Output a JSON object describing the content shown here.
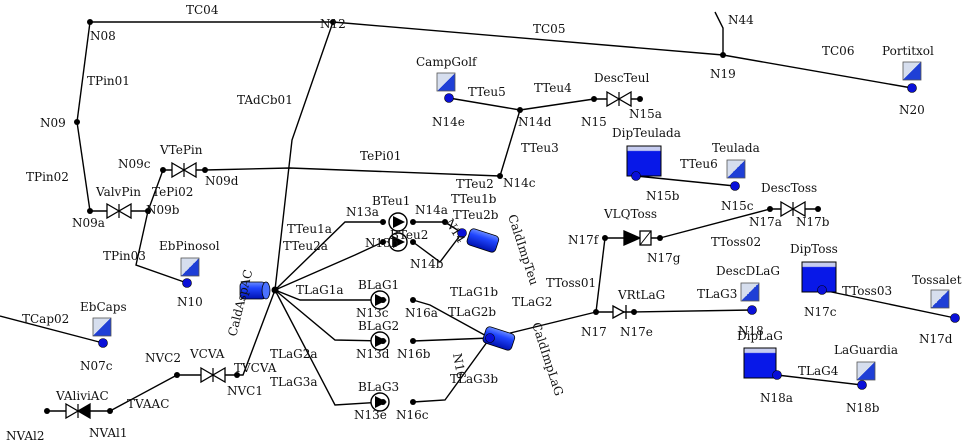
{
  "nodes": [
    {
      "id": "N08",
      "label": "N08"
    },
    {
      "id": "N09",
      "label": "N09"
    },
    {
      "id": "N09a",
      "label": "N09a"
    },
    {
      "id": "N09b",
      "label": "N09b"
    },
    {
      "id": "N09c",
      "label": "N09c"
    },
    {
      "id": "N09d",
      "label": "N09d"
    },
    {
      "id": "N10",
      "label": "N10"
    },
    {
      "id": "N12",
      "label": "N12"
    },
    {
      "id": "N13a",
      "label": "N13a"
    },
    {
      "id": "N13b",
      "label": "N13b"
    },
    {
      "id": "N13c",
      "label": "N13c"
    },
    {
      "id": "N13d",
      "label": "N13d"
    },
    {
      "id": "N13e",
      "label": "N13e"
    },
    {
      "id": "N14",
      "label": "N14"
    },
    {
      "id": "N14a",
      "label": "N14a"
    },
    {
      "id": "N14b",
      "label": "N14b"
    },
    {
      "id": "N14c",
      "label": "N14c"
    },
    {
      "id": "N14d",
      "label": "N14d"
    },
    {
      "id": "N14e",
      "label": "N14e"
    },
    {
      "id": "N15",
      "label": "N15"
    },
    {
      "id": "N15a",
      "label": "N15a"
    },
    {
      "id": "N15b",
      "label": "N15b"
    },
    {
      "id": "N15c",
      "label": "N15c"
    },
    {
      "id": "N16",
      "label": "N16"
    },
    {
      "id": "N16a",
      "label": "N16a"
    },
    {
      "id": "N16b",
      "label": "N16b"
    },
    {
      "id": "N16c",
      "label": "N16c"
    },
    {
      "id": "N17",
      "label": "N17"
    },
    {
      "id": "N17a",
      "label": "N17a"
    },
    {
      "id": "N17b",
      "label": "N17b"
    },
    {
      "id": "N17c",
      "label": "N17c"
    },
    {
      "id": "N17d",
      "label": "N17d"
    },
    {
      "id": "N17e",
      "label": "N17e"
    },
    {
      "id": "N17f",
      "label": "N17f"
    },
    {
      "id": "N17g",
      "label": "N17g"
    },
    {
      "id": "N18",
      "label": "N18"
    },
    {
      "id": "N18a",
      "label": "N18a"
    },
    {
      "id": "N18b",
      "label": "N18b"
    },
    {
      "id": "N19",
      "label": "N19"
    },
    {
      "id": "N20",
      "label": "N20"
    },
    {
      "id": "N44",
      "label": "N44"
    },
    {
      "id": "NVAl1",
      "label": "NVAl1"
    },
    {
      "id": "NVAl2",
      "label": "NVAl2"
    },
    {
      "id": "NVC1",
      "label": "NVC1"
    },
    {
      "id": "NVC2",
      "label": "NVC2"
    },
    {
      "id": "N07c",
      "label": "N07c"
    }
  ],
  "pipes": [
    "TC04",
    "TC05",
    "TC06",
    "TPin01",
    "TPin02",
    "TPin03",
    "TePi02",
    "TePi01",
    "TAdCb01",
    "TTeu1a",
    "TTeu2a",
    "TTeu1b",
    "TTeu2b",
    "TTeu2",
    "TTeu3",
    "TTeu4",
    "TTeu5",
    "TTeu6",
    "TLaG1a",
    "TLaG2a",
    "TLaG3a",
    "TLaG1b",
    "TLaG2b",
    "TLaG3b",
    "TLaG2",
    "TLaG3",
    "TLaG4",
    "TToss01",
    "TToss02",
    "TToss03",
    "TVCVA",
    "TVAAC",
    "TCap02"
  ],
  "pumps": [
    "BTeu1",
    "BTeu2",
    "BLaG1",
    "BLaG2",
    "BLaG3"
  ],
  "valves": [
    "VTePin",
    "ValvPin",
    "VCVA",
    "VAliviAC",
    "DescTeul",
    "DescToss",
    "VLQToss",
    "VRtLaG"
  ],
  "tanks": [
    "DipTeulada",
    "DipToss",
    "DipLaG",
    "CaldAspAC",
    "CaldImpTeu",
    "CaldImpLaG"
  ],
  "reservoirs": [
    "CampGolf",
    "Portitxol",
    "EbPinosol",
    "EbCaps",
    "Teulada",
    "DescDLaG",
    "LaGuardia",
    "Tossalet"
  ],
  "colors": {
    "tank_fill": "#0818e8",
    "tank_top": "#b8c2ea",
    "node_big": "#0a10d8",
    "reservoir_light": "#d6deee",
    "reservoir_dark": "#1f3fd6"
  }
}
